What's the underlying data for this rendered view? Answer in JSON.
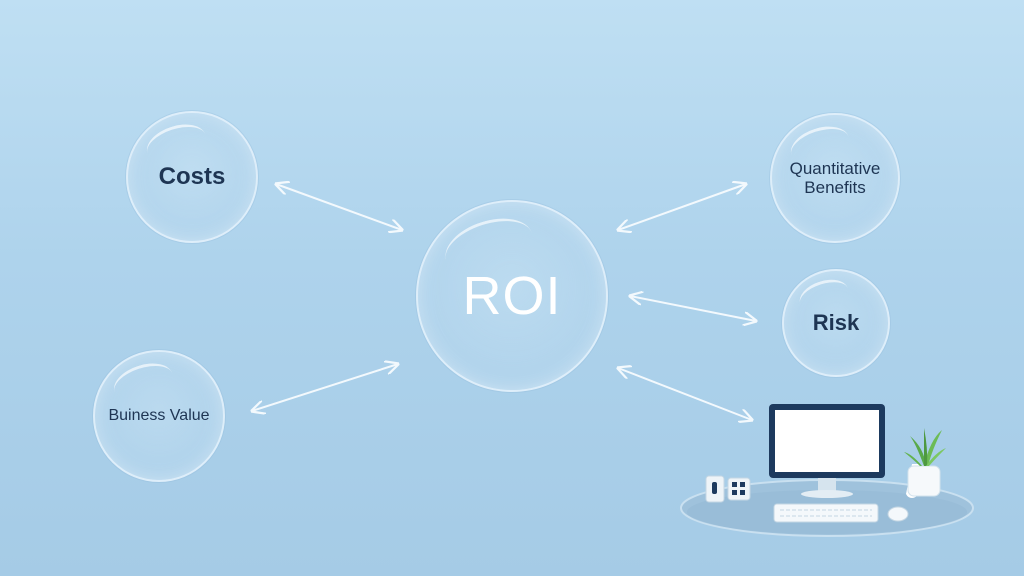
{
  "nodes": {
    "center": {
      "label": "ROI"
    },
    "costs": {
      "label": "Costs"
    },
    "quantitative": {
      "line1": "Quantitative",
      "line2": "Benefits"
    },
    "risk": {
      "label": "Risk"
    },
    "business": {
      "label": "Buiness Value"
    }
  },
  "colors": {
    "background_top": "#bfdff3",
    "background_bottom": "#a5cbe6",
    "label_text": "#1e3553",
    "center_text": "#ffffff",
    "arrow": "#f3f9fd"
  },
  "icons": [
    "bidirectional-arrow-icon",
    "desktop-computer-icon",
    "potted-plant-icon",
    "keyboard-icon",
    "mouse-icon",
    "speaker-icon"
  ]
}
